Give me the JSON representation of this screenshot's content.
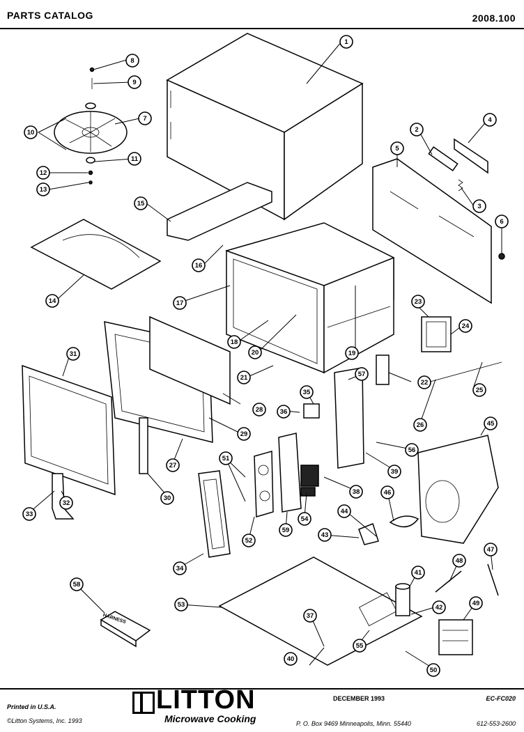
{
  "header": {
    "title": "PARTS CATALOG",
    "model": "2008.100"
  },
  "footer": {
    "printed": "Printed in U.S.A.",
    "copyright": "©Litton Systems, Inc. 1993",
    "brand": "LITTON",
    "tagline": "Microwave Cooking",
    "date": "DECEMBER 1993",
    "code": "EC-FC020",
    "address": "P. O. Box 9469  Minneapolis, Minn. 55440",
    "phone": "612-553-2600"
  },
  "callouts": [
    "1",
    "2",
    "3",
    "4",
    "5",
    "6",
    "7",
    "8",
    "9",
    "10",
    "11",
    "12",
    "13",
    "14",
    "15",
    "16",
    "17",
    "18",
    "19",
    "20",
    "21",
    "22",
    "23",
    "24",
    "25",
    "26",
    "27",
    "28",
    "29",
    "30",
    "31",
    "32",
    "33",
    "34",
    "35",
    "36",
    "37",
    "38",
    "39",
    "40",
    "41",
    "42",
    "43",
    "44",
    "45",
    "46",
    "47",
    "48",
    "49",
    "50",
    "51",
    "52",
    "53",
    "54",
    "55",
    "56",
    "57",
    "58",
    "59"
  ],
  "labels": {
    "window_label": "HARNESS"
  }
}
